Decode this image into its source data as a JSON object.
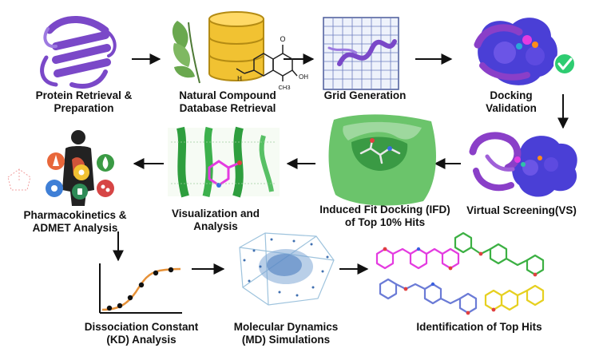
{
  "steps": {
    "protein_retrieval": {
      "line1": "Protein Retrieval &",
      "line2": "Preparation"
    },
    "natural_compound": {
      "line1": "Natural Compound",
      "line2": "Database Retrieval"
    },
    "grid_generation": {
      "line1": "Grid Generation"
    },
    "docking_validation": {
      "line1": "Docking",
      "line2": "Validation"
    },
    "virtual_screening": {
      "line1": "Virtual Screening(VS)"
    },
    "induced_fit": {
      "line1": "Induced Fit Docking (IFD)",
      "line2": "of Top 10% Hits"
    },
    "visualization": {
      "line1": "Visualization and",
      "line2": "Analysis"
    },
    "admet": {
      "line1": "Pharmacokinetics &",
      "line2": "ADMET Analysis"
    },
    "dissociation": {
      "line1": "Dissociation Constant",
      "line2": "(KD) Analysis"
    },
    "md_simulation": {
      "line1": "Molecular Dynamics",
      "line2": "(MD) Simulations"
    },
    "top_hits": {
      "line1": "Identification of Top Hits"
    }
  },
  "molecule_labels": {
    "oxygen": "O",
    "hydroxyl": "OH",
    "hydrogen": "H",
    "methyl": "CH3"
  },
  "colors": {
    "protein_purple": "#7a48c8",
    "surface_blue": "#4a3fd6",
    "surface_green": "#4caf50",
    "ligand_pink": "#e43be0",
    "database_gold": "#f1c232",
    "leaf_green": "#6aa84f",
    "curve_orange": "#e69138",
    "check_green": "#2ecc71",
    "arrow": "#111111"
  }
}
